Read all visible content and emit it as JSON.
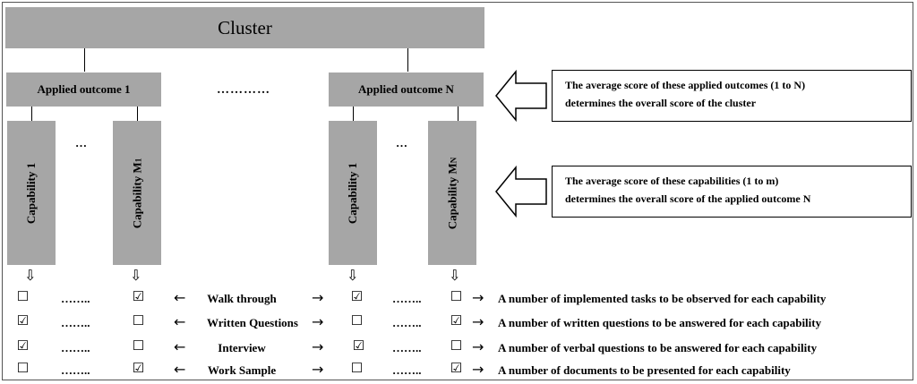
{
  "cluster": {
    "label": "Cluster"
  },
  "outcomes": [
    {
      "label": "Applied outcome 1"
    },
    {
      "label": "Applied outcome N"
    }
  ],
  "outcome_ellipsis": "…………",
  "capabilities": {
    "left_first": "Capability 1",
    "left_last_main": "Capability M",
    "left_last_sub": "1",
    "right_first": "Capability 1",
    "right_last_main": "Capability M",
    "right_last_sub": "N",
    "ellipsis": "…"
  },
  "notes": {
    "top": [
      "The average score of these applied outcomes (1 to N)",
      "determines the overall score of the cluster"
    ],
    "bottom": [
      "The average score of these capabilities (1 to m)",
      "determines the overall score of the applied outcome N"
    ]
  },
  "row_dots": "……..",
  "rows": [
    {
      "method": "Walk through",
      "c1": "☐",
      "c2": "☑",
      "c3": "☑",
      "c4": "☐",
      "description": "A number of implemented tasks to be observed for each capability"
    },
    {
      "method": "Written Questions",
      "c1": "☑",
      "c2": "☐",
      "c3": "☐",
      "c4": "☑",
      "description": "A number of written questions to be answered for each capability"
    },
    {
      "method": "Interview",
      "c1": "☑",
      "c2": "☐",
      "c3": "☑",
      "c4": "☐",
      "description": "A number of verbal questions to be answered for each capability"
    },
    {
      "method": "Work Sample",
      "c1": "☐",
      "c2": "☑",
      "c3": "☐",
      "c4": "☑",
      "description": "A number of documents to be presented for each capability"
    }
  ],
  "glyphs": {
    "left_arrow": "←",
    "right_arrow": "→",
    "down_arrow": "⇩"
  },
  "colors": {
    "box_fill": "#a6a6a6"
  }
}
